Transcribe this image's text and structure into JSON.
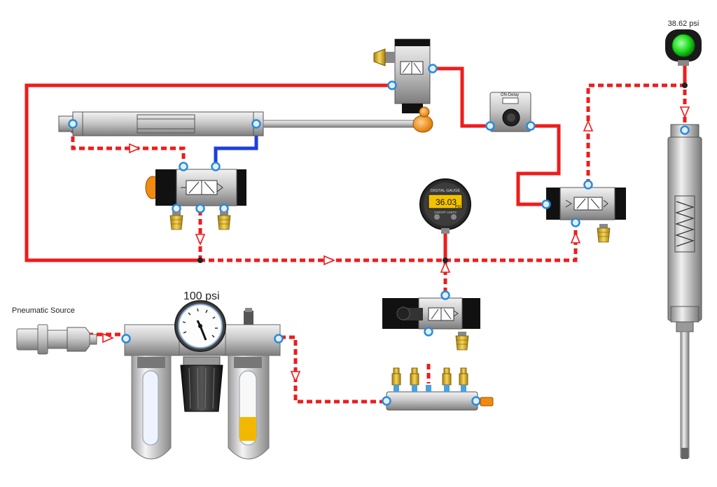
{
  "labels": {
    "pneumatic_source": "Pneumatic Source",
    "regulator_pressure": "100 psi",
    "cylinder_pressure": "38.62 psi",
    "delay_title": "ON-Delay",
    "gauge_title": "DIGITAL GAUGE",
    "gauge_value": "36.03",
    "gauge_unit": "PSI",
    "gauge_buttons": "ON/OFF  UNITS"
  },
  "colors": {
    "pressurized_line": "#ee1c1c",
    "exhaust_line": "#ee1c1c",
    "return_line": "#1c3fe0",
    "indicator_lamp": "#22dd22",
    "gauge_display": "#f2c200",
    "fitting_ring": "#2a8ad8",
    "fitting_brass": "#e8c23a",
    "solenoid_cap": "#f08a12"
  },
  "icons": {
    "source": "quick-connect-coupler-icon",
    "frl": "filter-regulator-lubricator-icon",
    "gauge": "dial-pressure-gauge-icon",
    "valve": "directional-valve-icon",
    "cylinder": "pneumatic-cylinder-icon",
    "timer": "on-delay-timer-icon",
    "lamp": "pressure-indicator-lamp-icon",
    "manifold": "distribution-manifold-icon"
  }
}
